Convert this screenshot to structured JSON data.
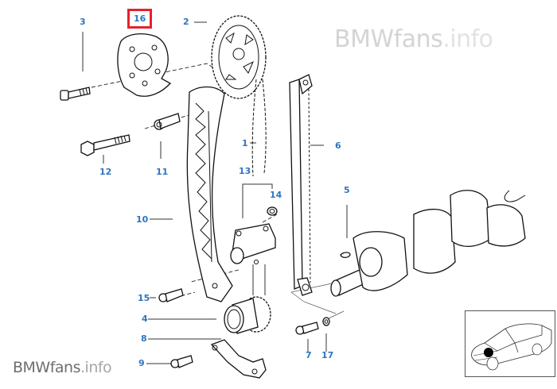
{
  "watermark": {
    "top": {
      "brand": "BMWfans",
      "ext": ".info"
    },
    "bottom": {
      "brand": "BMWfans",
      "ext": ".info"
    }
  },
  "diagram": {
    "title": "Timing chain / crankshaft exploded parts diagram",
    "selected_part": "16",
    "highlight_color": "#e8202a",
    "label_color": "#2f74c0"
  },
  "callouts": [
    {
      "id": "3",
      "text": "3"
    },
    {
      "id": "16",
      "text": "16"
    },
    {
      "id": "2",
      "text": "2"
    },
    {
      "id": "1",
      "text": "1"
    },
    {
      "id": "6",
      "text": "6"
    },
    {
      "id": "12",
      "text": "12"
    },
    {
      "id": "11",
      "text": "11"
    },
    {
      "id": "13",
      "text": "13"
    },
    {
      "id": "14",
      "text": "14"
    },
    {
      "id": "10",
      "text": "10"
    },
    {
      "id": "5",
      "text": "5"
    },
    {
      "id": "15",
      "text": "15"
    },
    {
      "id": "4",
      "text": "4"
    },
    {
      "id": "8",
      "text": "8"
    },
    {
      "id": "9",
      "text": "9"
    },
    {
      "id": "7",
      "text": "7"
    },
    {
      "id": "17",
      "text": "17"
    }
  ],
  "parts": [
    {
      "id": "1",
      "name": "timing-chain",
      "icon": "chain-icon"
    },
    {
      "id": "2",
      "name": "camshaft-sprocket",
      "icon": "sprocket-icon"
    },
    {
      "id": "3",
      "name": "bolt",
      "icon": "bolt-icon"
    },
    {
      "id": "4",
      "name": "crankshaft-sprocket",
      "icon": "sprocket-icon"
    },
    {
      "id": "5",
      "name": "crankshaft",
      "icon": "crankshaft-icon"
    },
    {
      "id": "6",
      "name": "guide-rail",
      "icon": "rail-icon"
    },
    {
      "id": "7",
      "name": "bolt",
      "icon": "bolt-icon"
    },
    {
      "id": "8",
      "name": "chain-guide-bracket",
      "icon": "bracket-icon"
    },
    {
      "id": "9",
      "name": "bolt",
      "icon": "bolt-icon"
    },
    {
      "id": "10",
      "name": "tensioner-rail",
      "icon": "rail-icon"
    },
    {
      "id": "11",
      "name": "bushing",
      "icon": "bushing-icon"
    },
    {
      "id": "12",
      "name": "bolt",
      "icon": "bolt-icon"
    },
    {
      "id": "13",
      "name": "chain-tensioner",
      "icon": "tensioner-icon"
    },
    {
      "id": "14",
      "name": "seal-ring",
      "icon": "ring-icon"
    },
    {
      "id": "15",
      "name": "bolt",
      "icon": "bolt-icon"
    },
    {
      "id": "16",
      "name": "sprocket-cover-plate",
      "icon": "plate-icon"
    },
    {
      "id": "17",
      "name": "washer",
      "icon": "washer-icon"
    }
  ],
  "locator": {
    "label": "Vehicle location thumbnail",
    "icon": "car-icon"
  }
}
